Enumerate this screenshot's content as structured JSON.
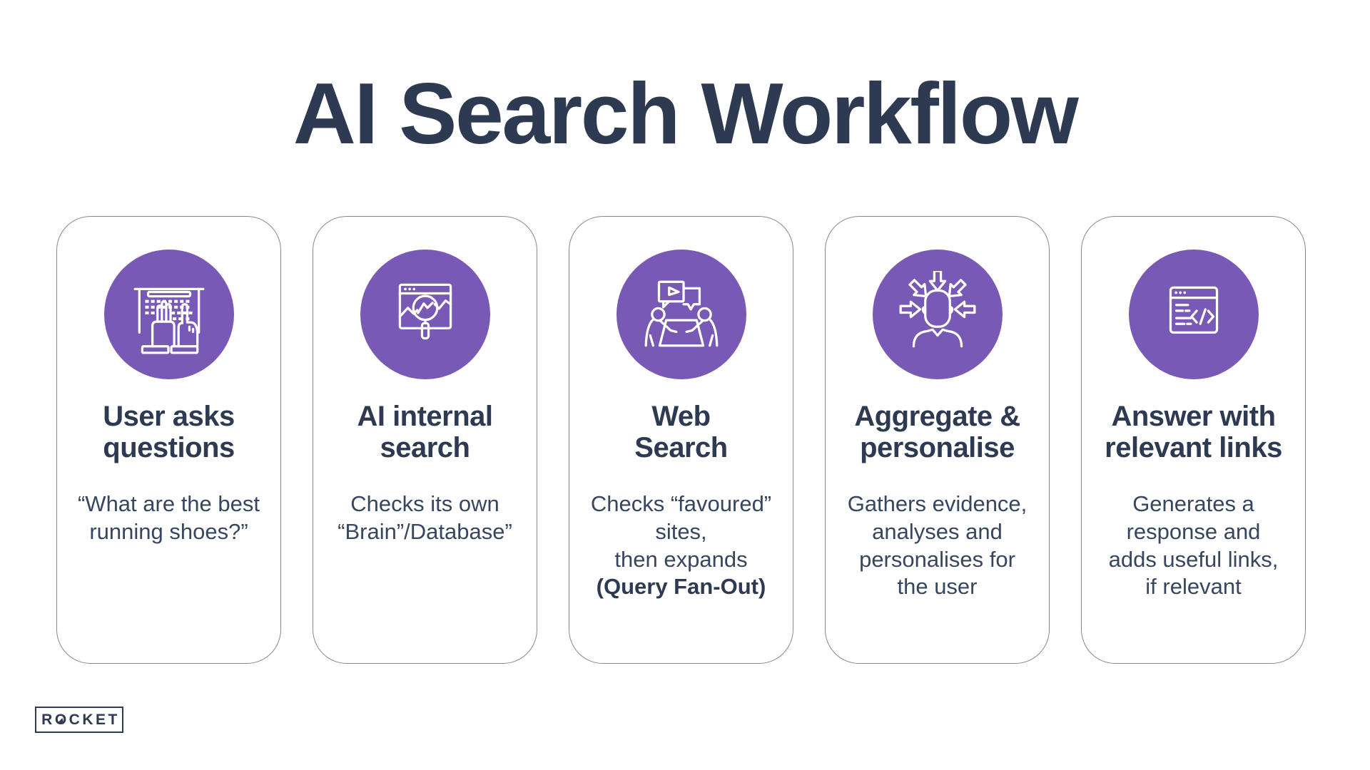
{
  "header": {
    "title": "AI Search Workflow"
  },
  "cards": [
    {
      "icon": "hands-typing-on-keyboard",
      "title1": "User asks",
      "title2": "questions",
      "body": [
        "“What are the best",
        "running shoes?”"
      ]
    },
    {
      "icon": "browser-magnifier-chart",
      "title1": "AI internal",
      "title2": "search",
      "body": [
        "Checks its own",
        "“Brain”/Database”"
      ]
    },
    {
      "icon": "people-conversation-table",
      "title1": "Web",
      "title2": "Search",
      "body": [
        "Checks “favoured”",
        "sites,",
        "then expands"
      ],
      "body_bold": "(Query Fan-Out)"
    },
    {
      "icon": "head-inward-arrows",
      "title1": "Aggregate &",
      "title2": "personalise",
      "body": [
        "Gathers evidence,",
        "analyses and",
        "personalises for",
        "the user"
      ]
    },
    {
      "icon": "browser-code-response",
      "title1": "Answer with",
      "title2": "relevant links",
      "body": [
        "Generates a",
        "response and",
        "adds useful links,",
        "if relevant"
      ]
    }
  ],
  "logo": {
    "part1": "R",
    "part2": "O",
    "part3": "CKET"
  },
  "colors": {
    "accent_purple": "#7859b5",
    "heading_text": "#2d3a52",
    "body_text": "#37465f",
    "card_border": "#85888f",
    "icon_stroke": "#ffffff"
  }
}
